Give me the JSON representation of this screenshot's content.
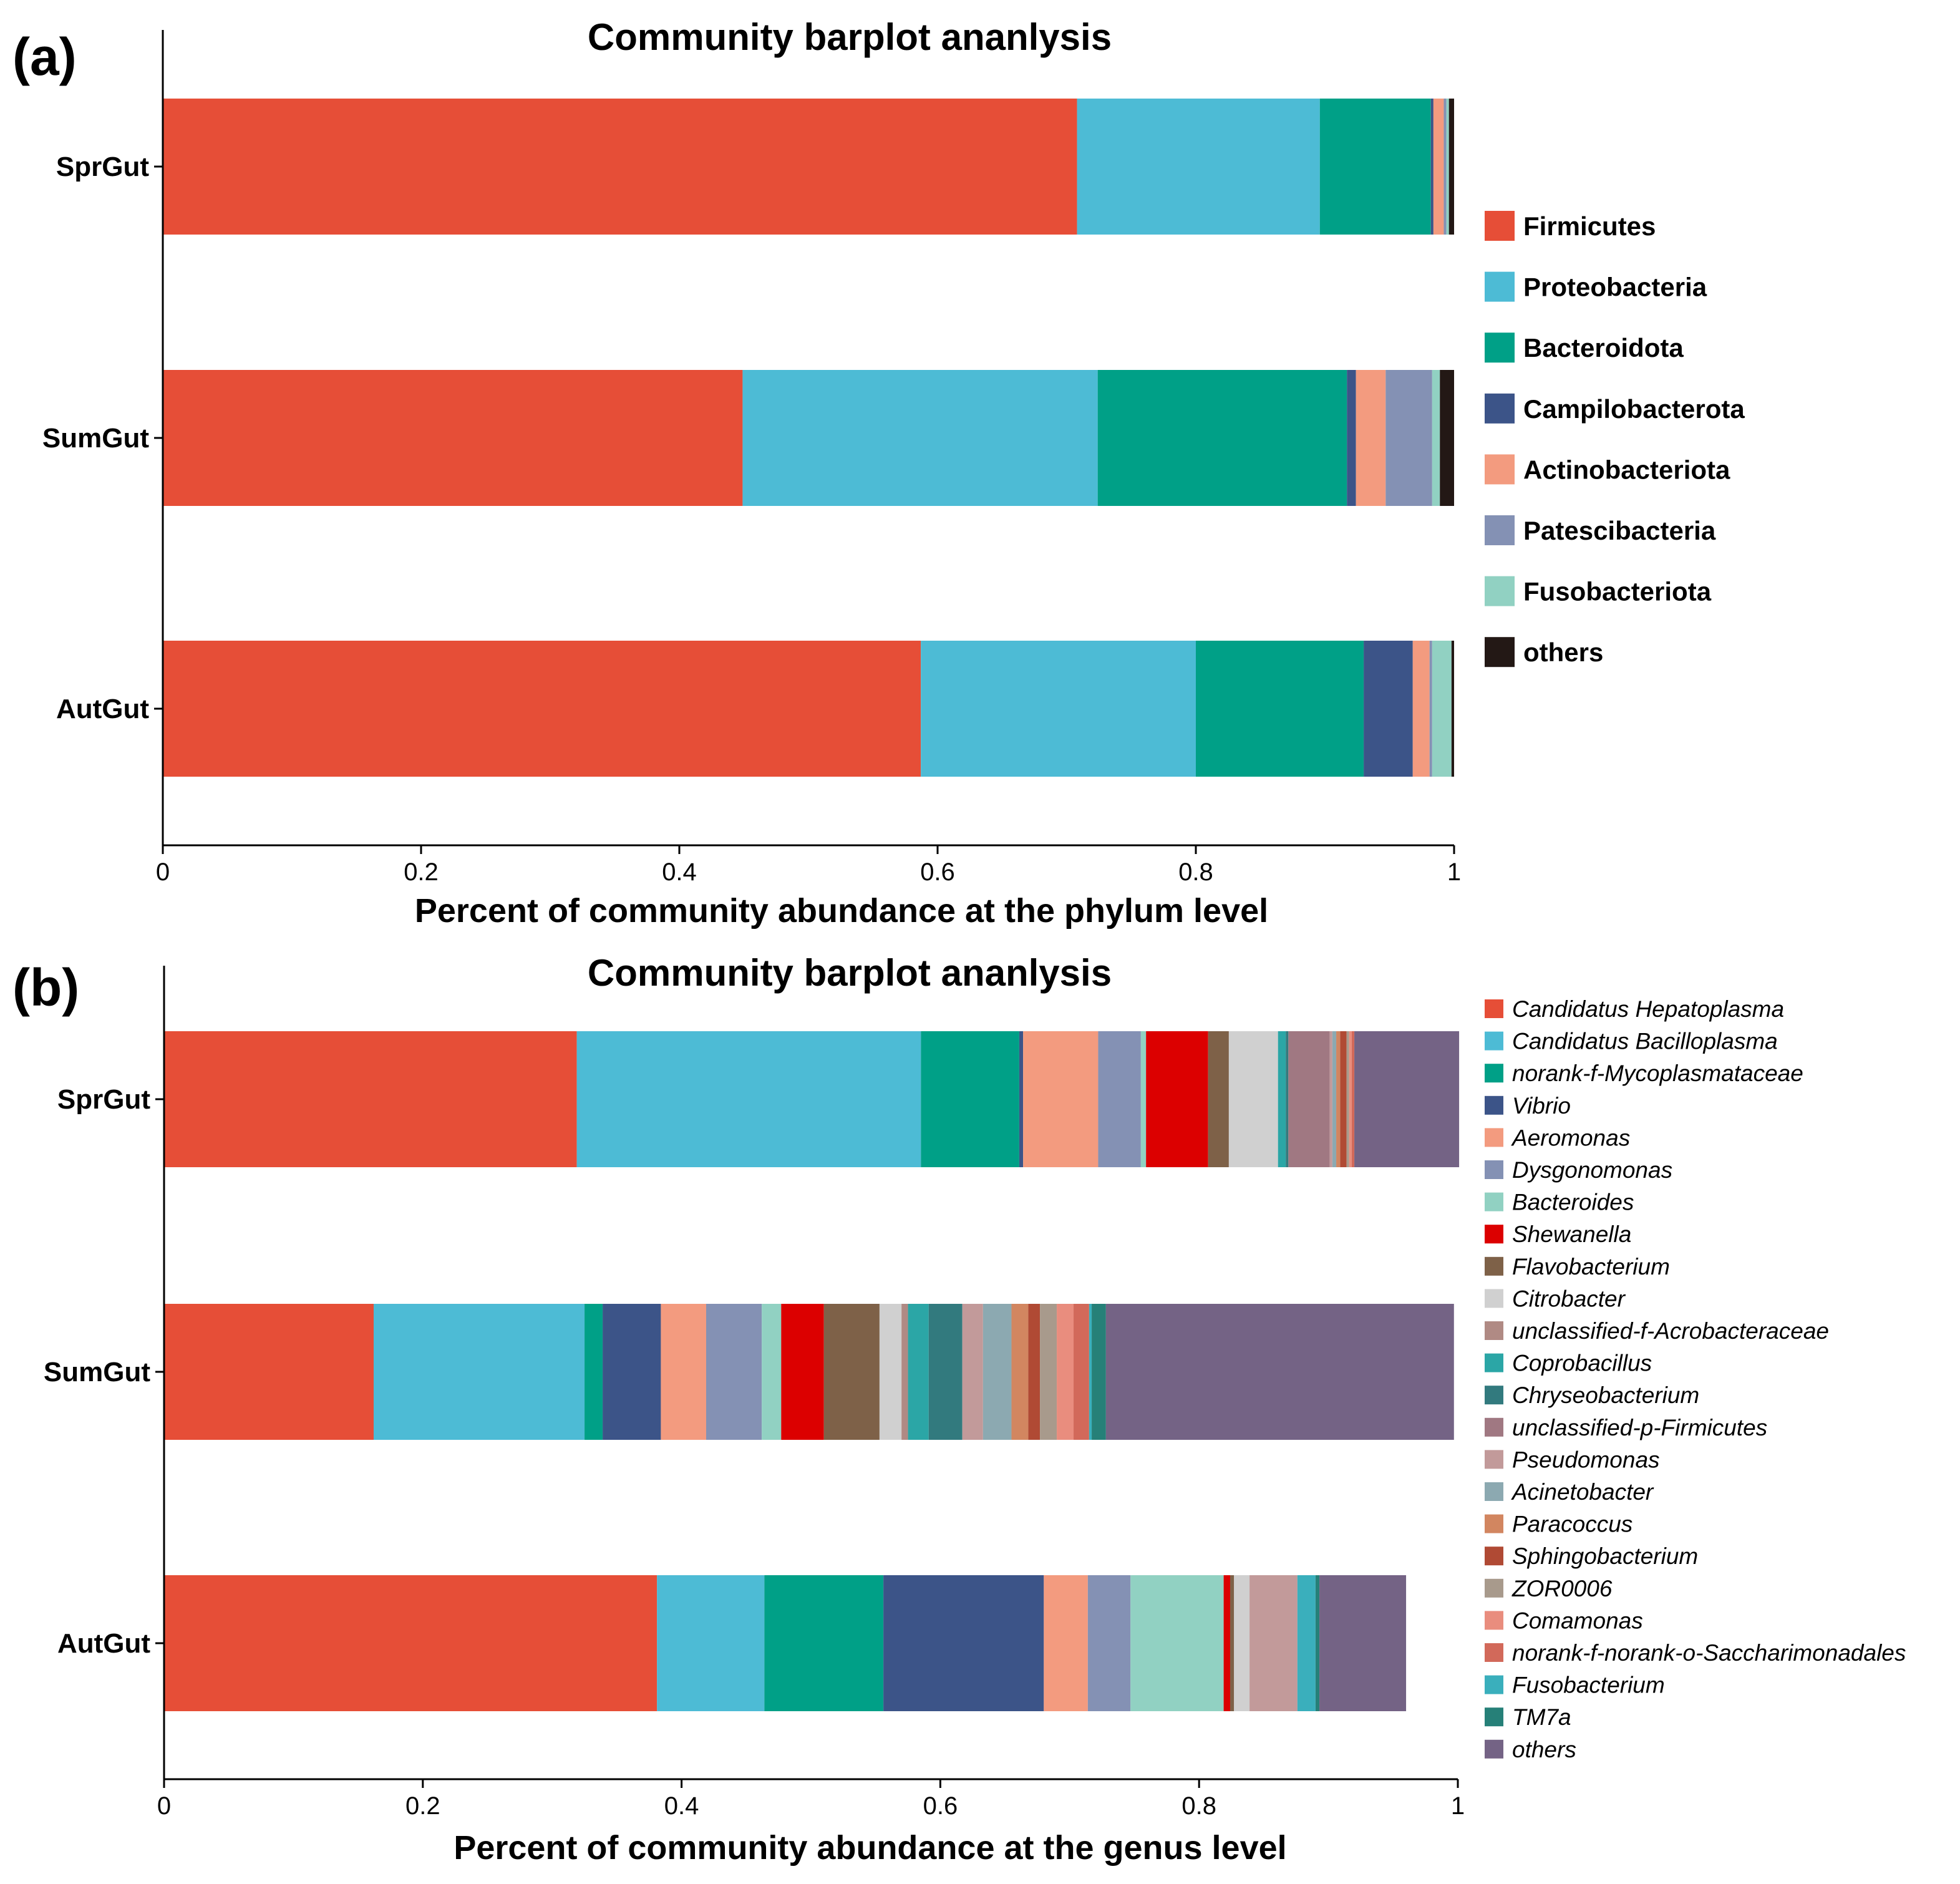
{
  "figure": {
    "panel_a_tag": "(a)",
    "panel_b_tag": "(b)"
  },
  "chart_data": [
    {
      "type": "bar",
      "orientation": "horizontal",
      "stacked": true,
      "title": "Community barplot ananlysis",
      "xlabel": "Percent of community abundance at the phylum level",
      "ylabel": "",
      "xlim": [
        0,
        1
      ],
      "xticks": [
        "0",
        "0.2",
        "0.4",
        "0.6",
        "0.8",
        "1"
      ],
      "grid": false,
      "legend_position": "right",
      "categories": [
        "SprGut",
        "SumGut",
        "AutGut"
      ],
      "series": [
        {
          "name": "Firmicutes",
          "color": "#E64E37",
          "values": [
            0.708,
            0.449,
            0.587
          ]
        },
        {
          "name": "Proteobacteria",
          "color": "#4DBBD5",
          "values": [
            0.188,
            0.275,
            0.213
          ]
        },
        {
          "name": "Bacteroidota",
          "color": "#00A087",
          "values": [
            0.086,
            0.193,
            0.13
          ]
        },
        {
          "name": "Campilobacterota",
          "color": "#3C5488",
          "values": [
            0.002,
            0.007,
            0.038
          ]
        },
        {
          "name": "Actinobacteriota",
          "color": "#F39B7F",
          "values": [
            0.008,
            0.023,
            0.013
          ]
        },
        {
          "name": "Patescibacteria",
          "color": "#8491B4",
          "values": [
            0.002,
            0.036,
            0.002
          ]
        },
        {
          "name": "Fusobacteriota",
          "color": "#91D1C2",
          "values": [
            0.002,
            0.006,
            0.015
          ]
        },
        {
          "name": "others",
          "color": "#231815",
          "values": [
            0.004,
            0.011,
            0.002
          ]
        }
      ]
    },
    {
      "type": "bar",
      "orientation": "horizontal",
      "stacked": true,
      "title": "Community barplot ananlysis",
      "xlabel": "Percent of community abundance at the genus level",
      "ylabel": "",
      "xlim": [
        0,
        1
      ],
      "xticks": [
        "0",
        "0.2",
        "0.4",
        "0.6",
        "0.8",
        "1"
      ],
      "grid": false,
      "legend_position": "right",
      "categories": [
        "SprGut",
        "SumGut",
        "AutGut"
      ],
      "series": [
        {
          "name": "Candidatus Hepatoplasma",
          "color": "#E64E37",
          "values": [
            0.319,
            0.162,
            0.381
          ]
        },
        {
          "name": "Candidatus Bacilloplasma",
          "color": "#4DBBD5",
          "values": [
            0.266,
            0.163,
            0.083
          ]
        },
        {
          "name": "norank-f-Mycoplasmataceae",
          "color": "#00A087",
          "values": [
            0.076,
            0.014,
            0.092
          ]
        },
        {
          "name": "Vibrio",
          "color": "#3C5488",
          "values": [
            0.003,
            0.045,
            0.124
          ]
        },
        {
          "name": "Aeromonas",
          "color": "#F39B7F",
          "values": [
            0.058,
            0.035,
            0.034
          ]
        },
        {
          "name": "Dysgonomonas",
          "color": "#8491B4",
          "values": [
            0.033,
            0.043,
            0.033
          ]
        },
        {
          "name": "Bacteroides",
          "color": "#91D1C2",
          "values": [
            0.004,
            0.015,
            0.072
          ]
        },
        {
          "name": "Shewanella",
          "color": "#DC0000",
          "values": [
            0.048,
            0.033,
            0.005
          ]
        },
        {
          "name": "Flavobacterium",
          "color": "#7E6148",
          "values": [
            0.016,
            0.043,
            0.003
          ]
        },
        {
          "name": "Citrobacter",
          "color": "#D0D0D0",
          "values": [
            0.038,
            0.017,
            0.012
          ]
        },
        {
          "name": "unclassified-f-Acrobacteraceae",
          "color": "#B08A84",
          "values": [
            0.0,
            0.005,
            0.0
          ]
        },
        {
          "name": "Coprobacillus",
          "color": "#2BA6A6",
          "values": [
            0.006,
            0.016,
            0.0
          ]
        },
        {
          "name": "Chryseobacterium",
          "color": "#327A7E",
          "values": [
            0.002,
            0.026,
            0.0
          ]
        },
        {
          "name": "unclassified-p-Firmicutes",
          "color": "#A07882",
          "values": [
            0.032,
            0.0,
            0.0
          ]
        },
        {
          "name": "Pseudomonas",
          "color": "#C29A9A",
          "values": [
            0.002,
            0.016,
            0.037
          ]
        },
        {
          "name": "Acinetobacter",
          "color": "#8CA9B1",
          "values": [
            0.003,
            0.022,
            0.0
          ]
        },
        {
          "name": "Paracoccus",
          "color": "#D28660",
          "values": [
            0.003,
            0.013,
            0.0
          ]
        },
        {
          "name": "Sphingobacterium",
          "color": "#B04A34",
          "values": [
            0.005,
            0.009,
            0.0
          ]
        },
        {
          "name": "ZOR0006",
          "color": "#A89A8C",
          "values": [
            0.002,
            0.013,
            0.0
          ]
        },
        {
          "name": "Comamonas",
          "color": "#E98D7E",
          "values": [
            0.002,
            0.013,
            0.0
          ]
        },
        {
          "name": "norank-f-norank-o-Saccharimonadales",
          "color": "#D2695A",
          "values": [
            0.002,
            0.012,
            0.0
          ]
        },
        {
          "name": "Fusobacterium",
          "color": "#3AAFBC",
          "values": [
            0.0,
            0.002,
            0.014
          ]
        },
        {
          "name": "TM7a",
          "color": "#268078",
          "values": [
            0.0,
            0.011,
            0.003
          ]
        },
        {
          "name": "others",
          "color": "#746385",
          "values": [
            0.081,
            0.269,
            0.067
          ]
        }
      ]
    }
  ]
}
